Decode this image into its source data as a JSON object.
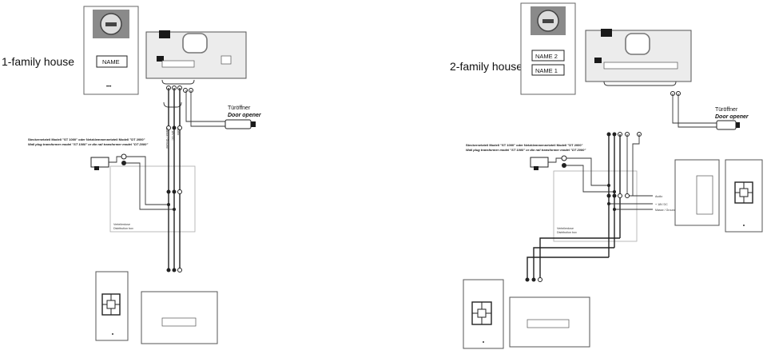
{
  "left": {
    "title": "1-family house",
    "name_button": "NAME",
    "dots": "•••",
    "door_opener_de": "Türöffner",
    "door_opener_en": "Door opener",
    "transformer_de": "Steckernetzteil Modell \"ST 1000\" oder Netzklemmennetzteil Modell \"DT 2000\"",
    "transformer_en": "Wall plug transformer model \"ST 1000\" or din rail transformer model \"DT 2000\"",
    "junction_label_de": "Verteilerdose",
    "junction_label_en": "Distribution box",
    "bus_labels": [
      "Audio",
      "+ 18V DC",
      "Masse / Ground"
    ]
  },
  "right": {
    "title": "2-family house",
    "name_button_top": "NAME 2",
    "name_button_bottom": "NAME 1",
    "door_opener_de": "Türöffner",
    "door_opener_en": "Door opener",
    "transformer_de": "Steckernetzteil Modell \"ST 1000\" oder Netzklemmennetzteil Modell \"DT 2000\"",
    "transformer_en": "Wall plug transformer model \"ST 1000\" or din rail transformer model \"DT 2000\"",
    "junction_label_de": "Verteilerdose",
    "junction_label_en": "Distribution box",
    "bus_labels": [
      "Audio",
      "+ 18V DC",
      "Masse / Ground"
    ]
  }
}
